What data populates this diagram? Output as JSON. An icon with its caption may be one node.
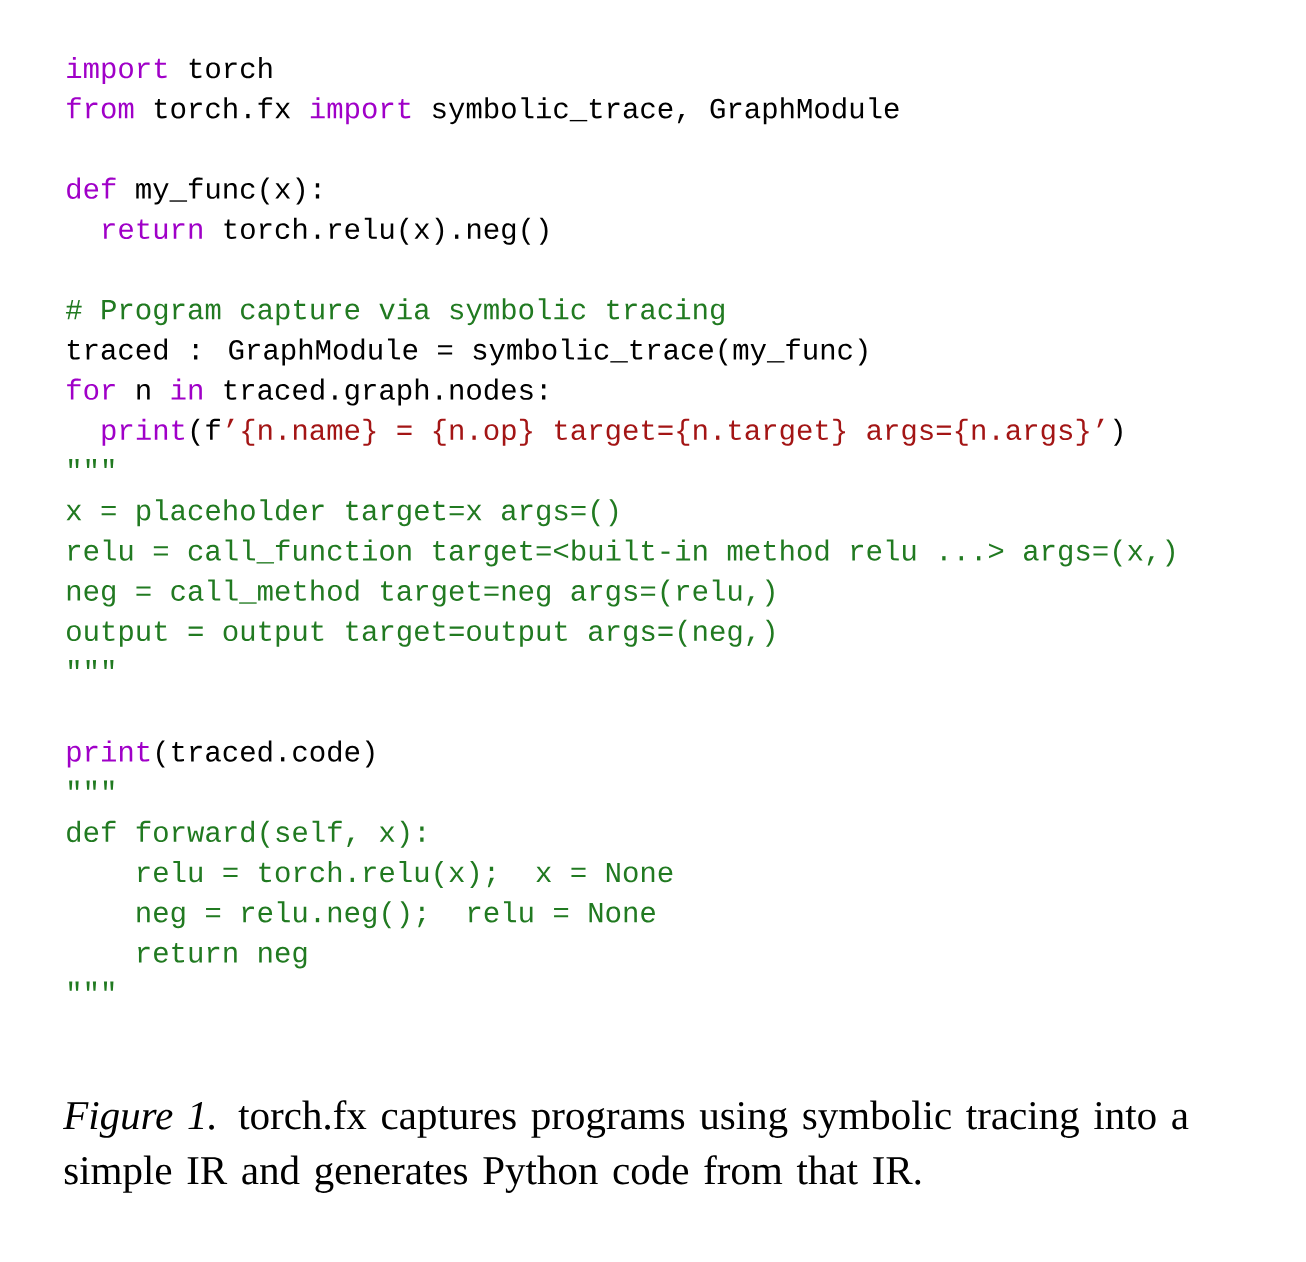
{
  "diagram": {
    "caption": "*Figure 1.* torch.fx captures programs using symbolic tracing into a simple IR and generates Python code from that IR.",
    "labels": [
      "import",
      "torch",
      "from",
      "torch.fx",
      "import",
      "symbolic_trace, GraphModule",
      "def",
      "my_func(x):",
      "return",
      "torch.relu(x).neg()",
      "# Program capture via symbolic tracing",
      "traced : GraphModule = symbolic_trace(my_func)",
      "for",
      "n",
      "in",
      "traced.graph.nodes:",
      "print",
      "(f",
      "’{n.name} = {n.op} target={n.target} args={n.args}’",
      ")",
      "\"\"\"",
      "x = placeholder target=x args=()",
      "relu = call_function target=<built-in method relu ...> args=(x,)",
      "neg = call_method target=neg args=(relu,)",
      "output = output target=output args=(neg,)",
      "\"\"\"",
      "print",
      "(traced.code)",
      "\"\"\"",
      "def forward(self, x):",
      "relu = torch.relu(x);",
      "x = None",
      "neg = relu.neg();",
      "relu = None",
      "return neg",
      "\"\"\""
    ]
  }
}
